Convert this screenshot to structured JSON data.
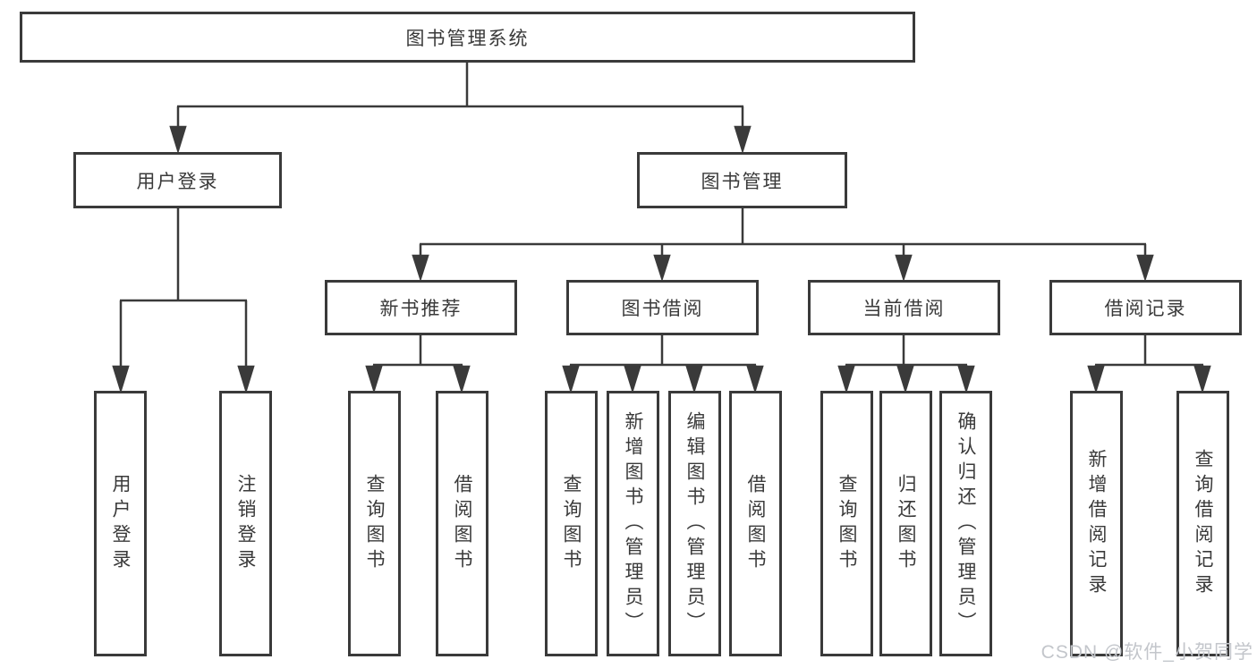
{
  "title": "图书管理系统",
  "watermark": "CSDN @软件_小贺同学",
  "colors": {
    "line": "#3a3a3a",
    "box_border": "#3a3a3a",
    "text": "#3a3a3a",
    "watermark": "#c3c6cb",
    "background": "#ffffff"
  },
  "chart_type": "hierarchy-tree",
  "tree": {
    "root": {
      "label": "图书管理系统",
      "children": [
        {
          "label": "用户登录",
          "children": [
            {
              "label": "用户登录"
            },
            {
              "label": "注销登录"
            }
          ]
        },
        {
          "label": "图书管理",
          "children": [
            {
              "label": "新书推荐",
              "children": [
                {
                  "label": "查询图书"
                },
                {
                  "label": "借阅图书"
                }
              ]
            },
            {
              "label": "图书借阅",
              "children": [
                {
                  "label": "查询图书"
                },
                {
                  "label": "新增图书（管理员）"
                },
                {
                  "label": "编辑图书（管理员）"
                },
                {
                  "label": "借阅图书"
                }
              ]
            },
            {
              "label": "当前借阅",
              "children": [
                {
                  "label": "查询图书"
                },
                {
                  "label": "归还图书"
                },
                {
                  "label": "确认归还（管理员）"
                }
              ]
            },
            {
              "label": "借阅记录",
              "children": [
                {
                  "label": "新增借阅记录"
                },
                {
                  "label": "查询借阅记录"
                }
              ]
            }
          ]
        }
      ]
    }
  }
}
